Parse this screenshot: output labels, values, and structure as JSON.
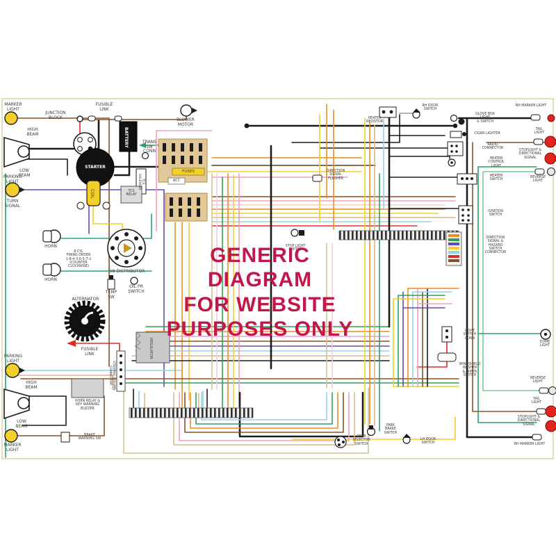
{
  "watermark": {
    "text": "GENERIC DIAGRAM\nFOR WEBSITE\nPURPOSES ONLY"
  },
  "colors": {
    "watermark_red": "#c2174a",
    "wire_orange": "#f08c1e",
    "wire_yellow": "#f2cf2a",
    "wire_red": "#de2b26",
    "wire_green": "#2f9e62",
    "wire_dark_green": "#1b6e4a",
    "wire_teal": "#27a08a",
    "wire_light_blue": "#93d2e8",
    "wire_blue": "#4242a8",
    "wire_purple": "#6a48a8",
    "wire_pink": "#ef9fc0",
    "wire_light_pink": "#f7cdd9",
    "wire_brown": "#8a4f24",
    "wire_dark_brown": "#5e3a1a",
    "wire_tan": "#d8b98c",
    "wire_khaki": "#cfc48e",
    "wire_black": "#1c1c1c",
    "wire_gray": "#9a9a9a",
    "bulb_yellow": "#f2cf2a",
    "bulb_red": "#e0251f",
    "fuse_block_tan": "#e2c896"
  },
  "labels": {
    "marker_light_1": "MARKER\nLIGHT",
    "high_beam_1": "HIGH\nBEAM",
    "low_beam_1": "LOW\nBEAM",
    "parking_light_1": "PARKING\nLIGHT",
    "turn_signal_1": "TURN\nSIGNAL",
    "horn_1": "HORN",
    "horn_2": "HORN",
    "junction_block": "JUNCTION\nBLOCK",
    "fusible_link_1": "FUSIBLE\nLINK",
    "battery": "BATTERY",
    "starter": "STARTER",
    "coil": "COIL",
    "trans_sw_conn": "TRANS\nSW\nCONN",
    "tcs_solenoid": "TCS\nSOLENOID",
    "tcs_relay": "TCS\nRELAY",
    "blower_motor": "BLOWER\nMOTOR",
    "fuses": "FUSES",
    "acc": "ACC",
    "firing_order": "8 CYL\nFIRING ORDER\n1-8-4-3-6-5-7-2\n(COUNTER\nCLOCKWISE)",
    "v8_distributor": "V8 DISTRIBUTOR",
    "temp_sw": "TEMP\nSW",
    "oil_pr_switch": "OIL PR\nSWITCH",
    "alternator": "ALTERNATOR",
    "regulator": "REGULATOR",
    "fusible_link_2": "FUSIBLE\nLINK",
    "horn_relay": "HORN RELAY &\nKEY WARNING\nBUZZER",
    "steering_column": "STEERING COLUMN\nCONNECTOR",
    "brake_warning": "BRAKE\nWARNING SW",
    "direction_signal_flasher": "DIRECTION\nSIGNAL\nFLASHER",
    "stop_light_switch": "STOP LIGHT\nSWITCH",
    "heater_resistor": "HEATER\nRESISTOR",
    "rh_door_switch": "RH DOOR\nSWITCH",
    "glove_box": "GLOVE BOX\nLIGHT\n& SWITCH",
    "cigar_lighter": "CIGAR LIGHTER",
    "radio_connector": "RADIO\nCONNECTOR",
    "heater_control_light": "HEATER\nCONTROL\nLIGHT",
    "heater_switch": "HEATER\nSWITCH",
    "ignition_switch": "IGNITION\nSWITCH",
    "direction_hazard": "DIRECTION\nSIGNAL &\nHAZARD\nSWITCH\nCONNECTOR",
    "light_switch_conn": "LIGHT\nSWITCH\nCONN",
    "windshield_wiper": "WINDSHIELD\nWASHER\n& WIPER\nSWITCH",
    "dome_light": "DOME\nLIGHT",
    "park_brake": "PARK\nBRAKE\nSWITCH",
    "gear_selector": "GEAR\nSELECTOR\nSWITCH",
    "lh_door_switch": "LH DOOR\nSWITCH",
    "rh_marker_top": "RH MARKER LIGHT",
    "tail_light_top": "TAIL\nLIGHT",
    "stoplight_top": "STOPLIGHT &\nDIRECTIONAL\nSIGNAL",
    "reverse_top": "REVERSE\nLIGHT",
    "reverse_bottom": "REVERSE\nLIGHT",
    "tail_light_bottom": "TAIL\nLIGHT",
    "stoplight_bottom": "STOPLIGHT &\nDIRECTIONAL\nSIGNAL",
    "rh_marker_bottom": "RH MARKER LIGHT",
    "parking_light_2": "PARKING\nLIGHT",
    "high_beam_2": "HIGH\nBEAM",
    "low_beam_2": "LOW\nBEAM",
    "marker_light_2": "MARKER\nLIGHT"
  }
}
